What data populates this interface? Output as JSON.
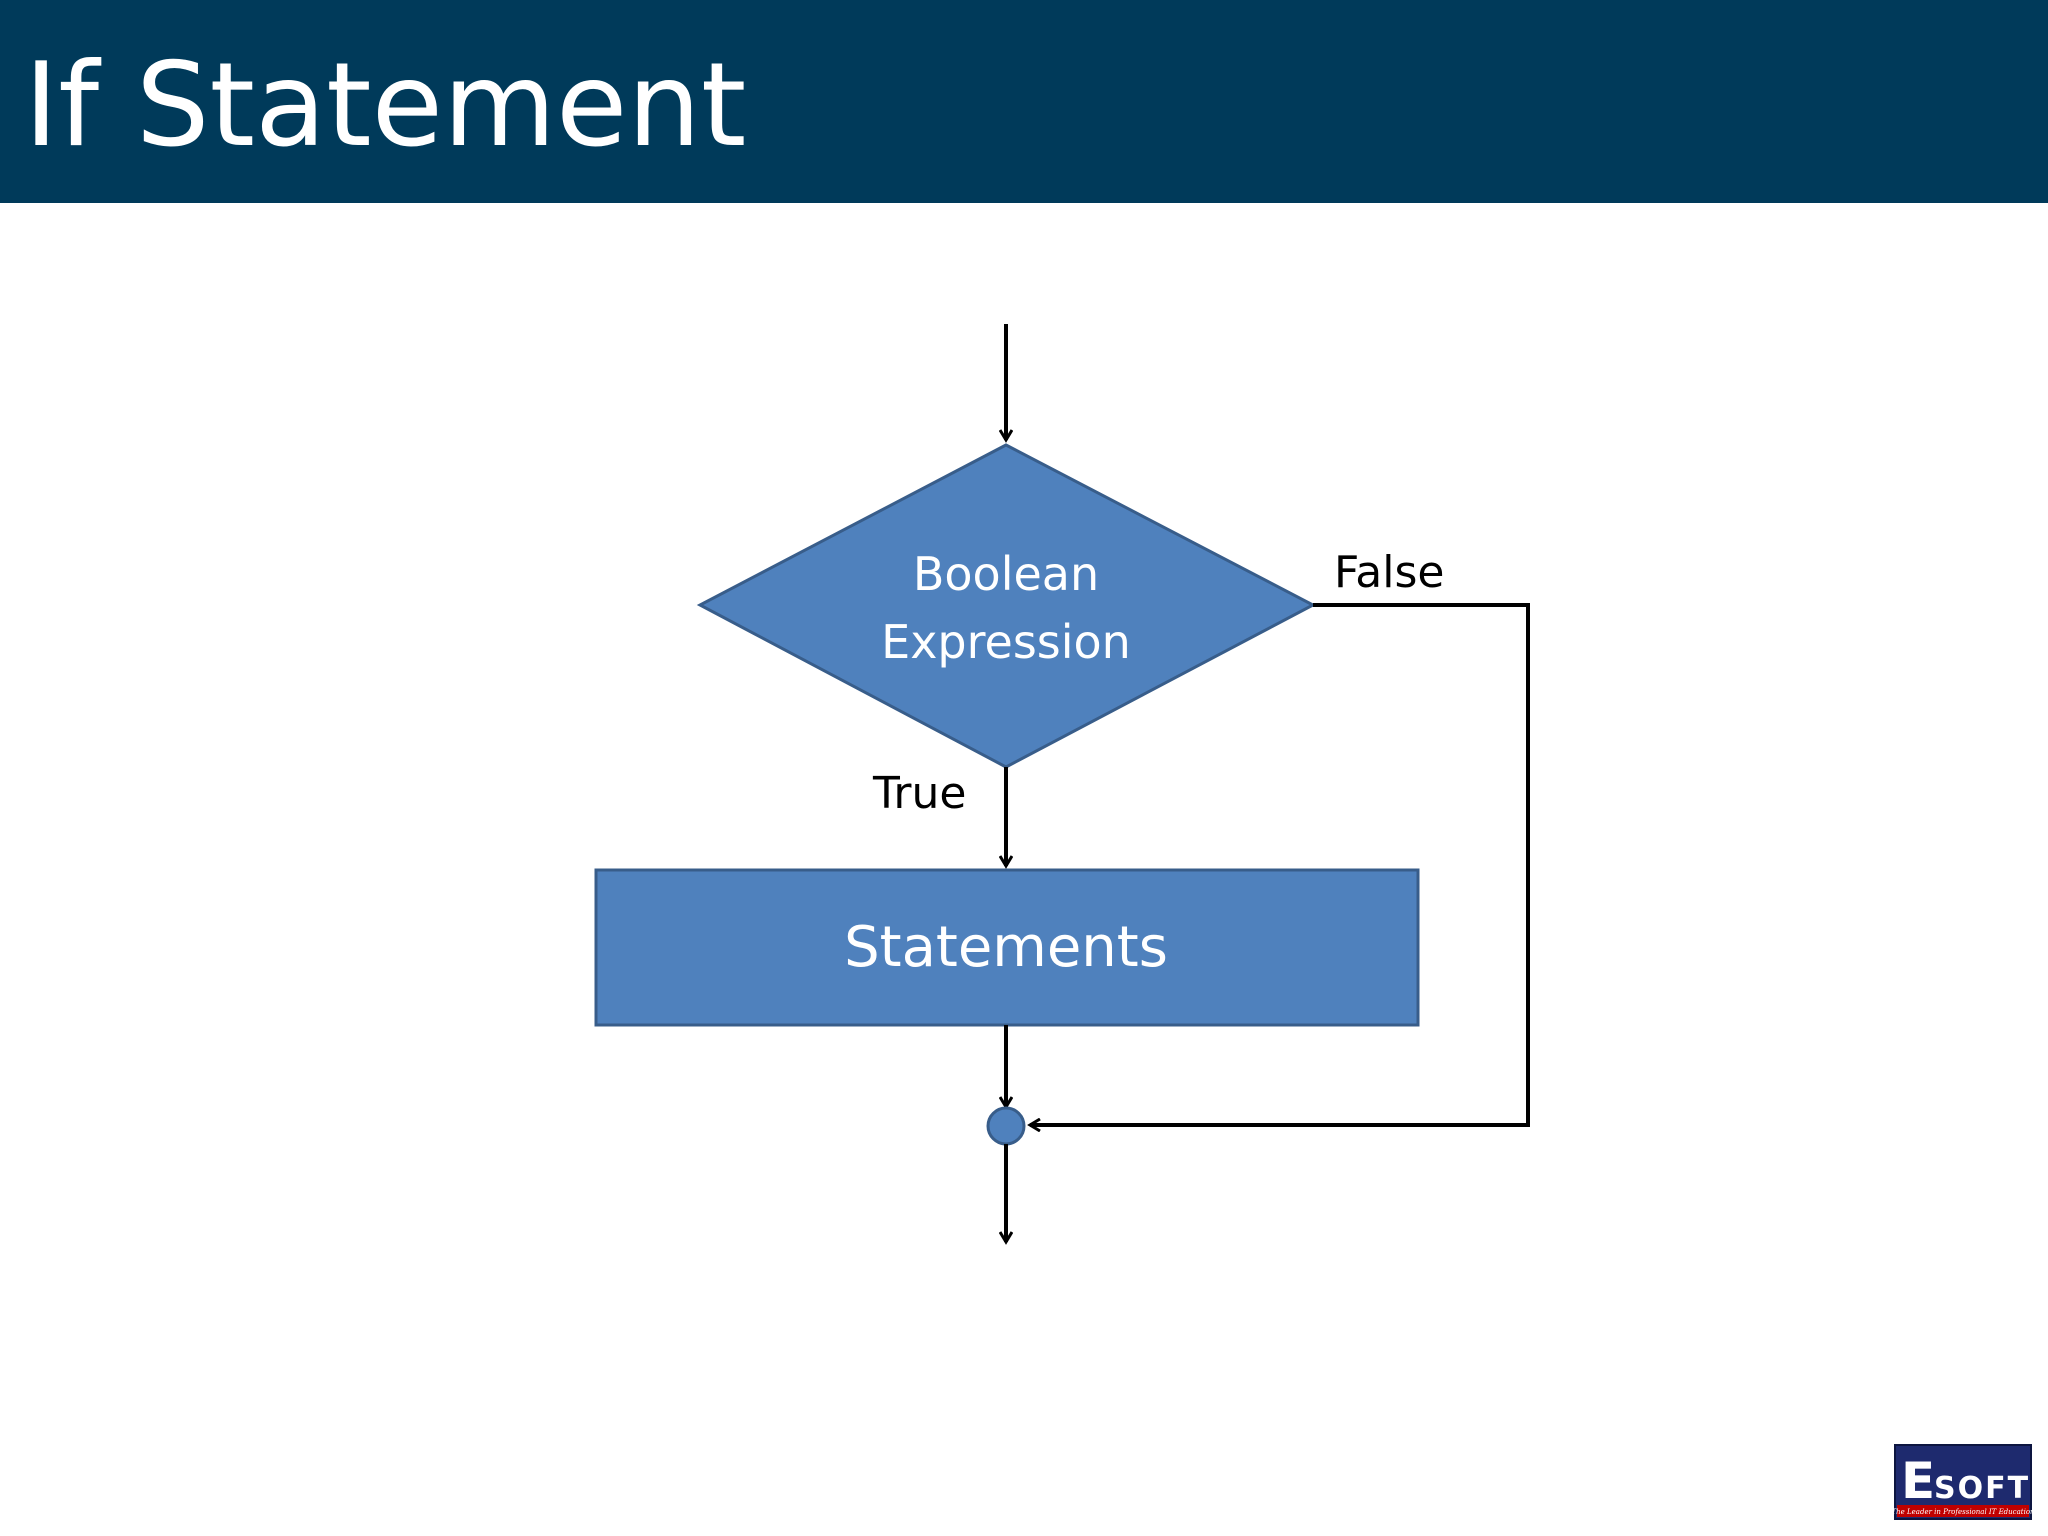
{
  "slide": {
    "title": "If Statement"
  },
  "diagram": {
    "decision": {
      "line1": "Boolean",
      "line2": "Expression"
    },
    "process": {
      "label": "Statements"
    },
    "edges": {
      "true_label": "True",
      "false_label": "False"
    }
  },
  "logo": {
    "text": "ESOFT",
    "tagline": "The Leader in Professional IT Education"
  },
  "colors": {
    "title_bar": "#003a5a",
    "shape_fill": "#4f81bd",
    "shape_stroke": "#385d8a",
    "arrow": "#000000",
    "logo_bg": "#1e2a6e",
    "logo_accent": "#c00000"
  }
}
